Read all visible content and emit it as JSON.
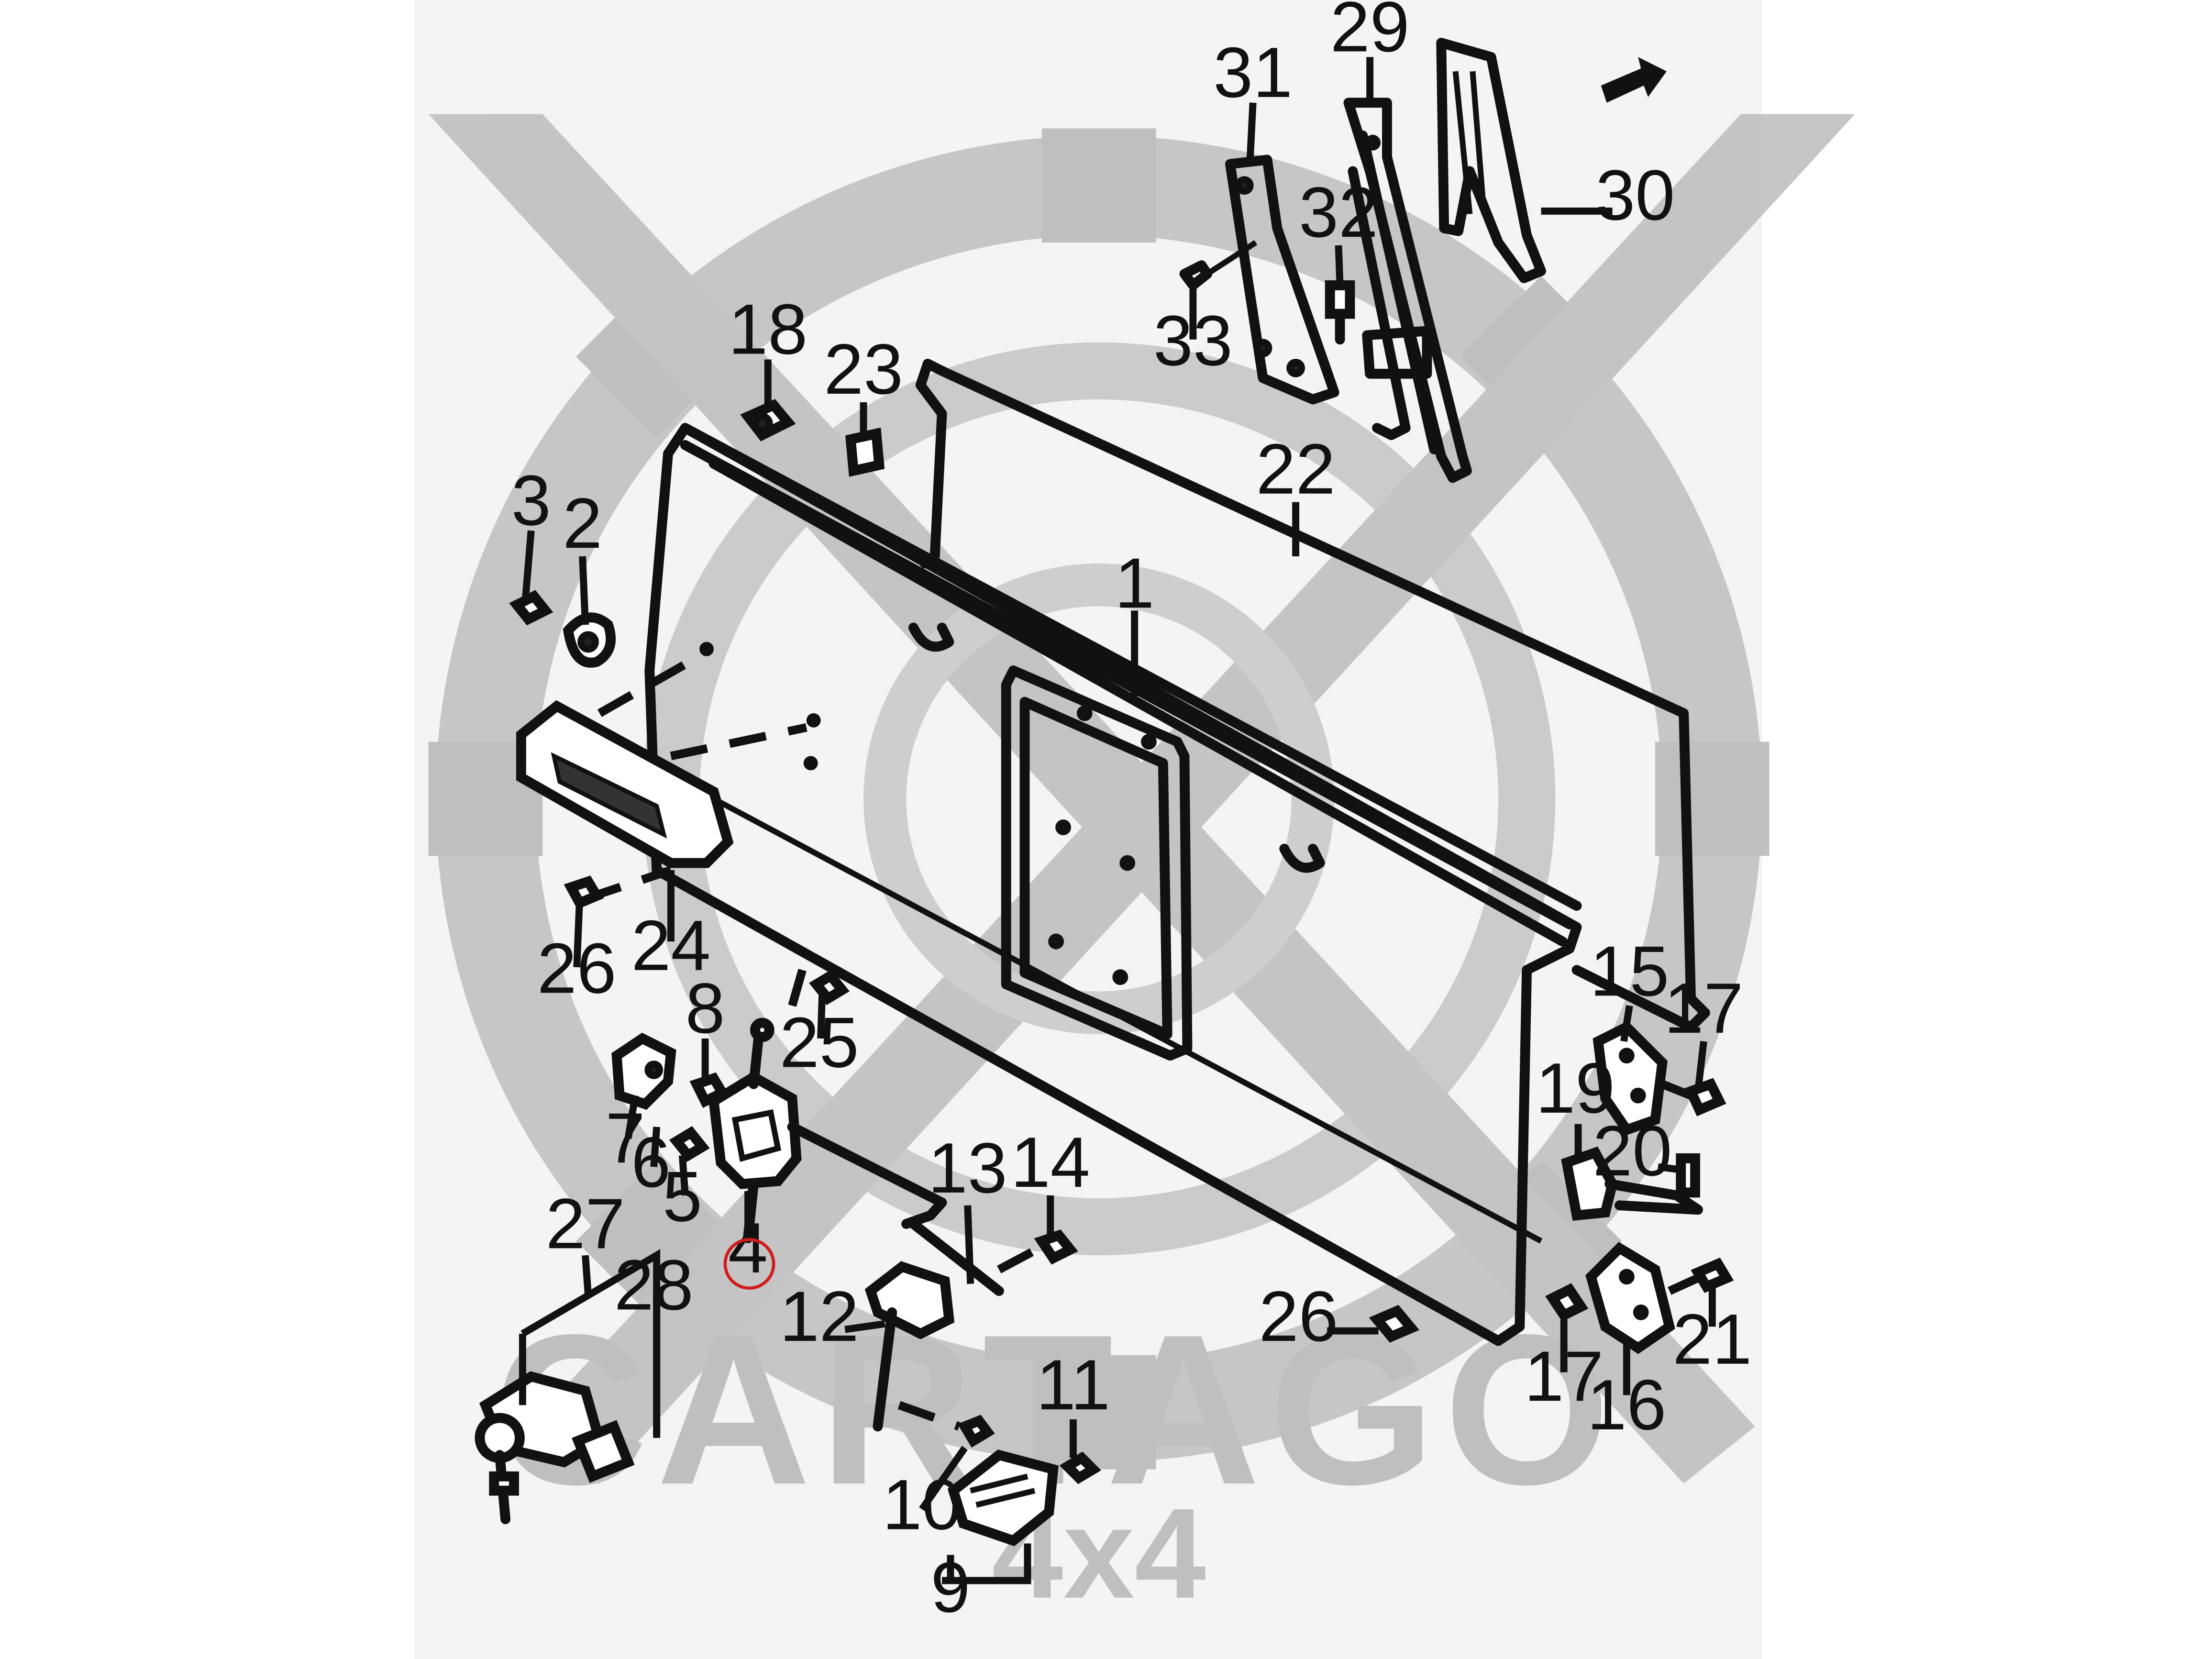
{
  "image": {
    "background": "#ffffff",
    "panel_color": "#f4f4f4"
  },
  "watermark": {
    "brand": "CARTAGO",
    "sub": "4x4",
    "color": "#bdbdbd",
    "emblem": "crossed-swords-gear-icon"
  },
  "highlight": {
    "label": "4",
    "color": "#d11b1b"
  },
  "arrow_icon": "front-direction-arrow-icon",
  "callouts": [
    {
      "id": "c1",
      "label": "1"
    },
    {
      "id": "c2",
      "label": "2"
    },
    {
      "id": "c3",
      "label": "3"
    },
    {
      "id": "c4",
      "label": "4"
    },
    {
      "id": "c5",
      "label": "5"
    },
    {
      "id": "c6",
      "label": "6"
    },
    {
      "id": "c7",
      "label": "7"
    },
    {
      "id": "c8",
      "label": "8"
    },
    {
      "id": "c9",
      "label": "9"
    },
    {
      "id": "c10",
      "label": "10"
    },
    {
      "id": "c11",
      "label": "11"
    },
    {
      "id": "c12",
      "label": "12"
    },
    {
      "id": "c13",
      "label": "13"
    },
    {
      "id": "c14",
      "label": "14"
    },
    {
      "id": "c15",
      "label": "15"
    },
    {
      "id": "c16",
      "label": "16"
    },
    {
      "id": "c17a",
      "label": "17"
    },
    {
      "id": "c17b",
      "label": "17"
    },
    {
      "id": "c18",
      "label": "18"
    },
    {
      "id": "c19",
      "label": "19"
    },
    {
      "id": "c20",
      "label": "20"
    },
    {
      "id": "c21",
      "label": "21"
    },
    {
      "id": "c22",
      "label": "22"
    },
    {
      "id": "c23",
      "label": "23"
    },
    {
      "id": "c24",
      "label": "24"
    },
    {
      "id": "c25",
      "label": "25"
    },
    {
      "id": "c26a",
      "label": "26"
    },
    {
      "id": "c26b",
      "label": "26"
    },
    {
      "id": "c27",
      "label": "27"
    },
    {
      "id": "c28",
      "label": "28"
    },
    {
      "id": "c29",
      "label": "29"
    },
    {
      "id": "c30",
      "label": "30"
    },
    {
      "id": "c31",
      "label": "31"
    },
    {
      "id": "c32",
      "label": "32"
    },
    {
      "id": "c33",
      "label": "33"
    }
  ]
}
